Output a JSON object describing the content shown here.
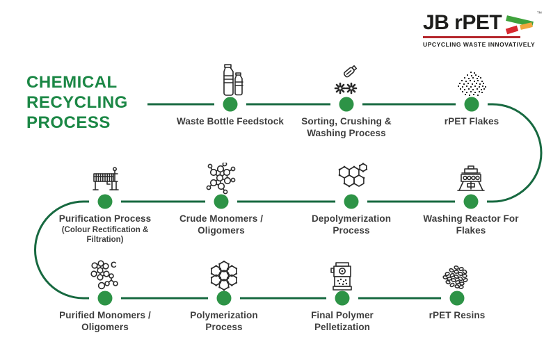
{
  "page": {
    "background": "#ffffff"
  },
  "logo": {
    "text": "JB rPET",
    "tm": "™",
    "tagline": "UPCYCLING WASTE INNOVATIVELY",
    "colors": {
      "text": "#1d1d1b",
      "rule_red": "#b5272d",
      "arrow_green": "#3fa23c",
      "arrow_red": "#d7282f",
      "arrow_yellow": "#f2a73d"
    }
  },
  "title": {
    "lines": [
      "CHEMICAL",
      "RECYCLING",
      "PROCESS"
    ],
    "color": "#1b8745"
  },
  "flow": {
    "line_color": "#176940",
    "dot_color": "#2d9346",
    "label_color": "#3e3e3e",
    "steps": [
      {
        "label": "Waste Bottle Feedstock",
        "icon": "plastic-bottles-icon"
      },
      {
        "label": "Sorting, Crushing & Washing Process",
        "icon": "bottle-crusher-icon"
      },
      {
        "label": "rPET Flakes",
        "icon": "flakes-scatter-icon"
      },
      {
        "label": "Washing Reactor For Flakes",
        "icon": "washing-reactor-machine-icon"
      },
      {
        "label": "Depolymerization Process",
        "icon": "breaking-hexagon-molecules-icon"
      },
      {
        "label": "Crude Monomers / Oligomers",
        "icon": "molecule-network-icon"
      },
      {
        "label": "Purification Process",
        "sublabel": "(Colour Rectification & Filtration)",
        "icon": "filtration-machine-icon"
      },
      {
        "label": "Purified Monomers / Oligomers",
        "icon": "purified-molecule-icon"
      },
      {
        "label": "Polymerization Process",
        "icon": "polymer-honeycomb-icon"
      },
      {
        "label": "Final Polymer Pelletization",
        "icon": "pelletizer-machine-icon"
      },
      {
        "label": "rPET Resins",
        "icon": "resin-pellets-icon"
      }
    ]
  }
}
